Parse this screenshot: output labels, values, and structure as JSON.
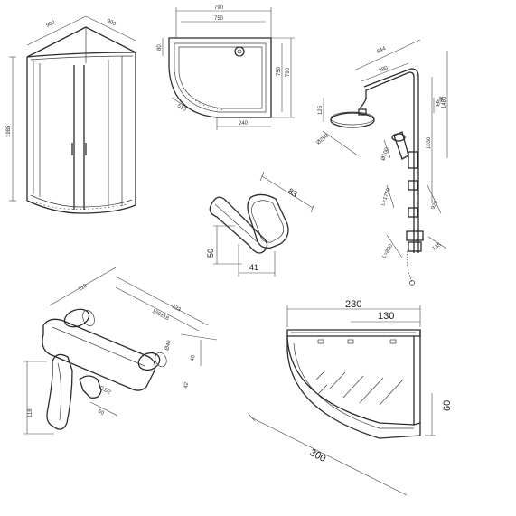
{
  "cabin": {
    "dims": [
      "900",
      "900",
      "1985"
    ]
  },
  "tray": {
    "dims": {
      "top": "790",
      "inner_top": "750",
      "side": "790",
      "inner_side": "750",
      "small": "240",
      "radius": "510",
      "top_small": "80"
    }
  },
  "shower": {
    "dims": {
      "top": "844",
      "head_arm": "380",
      "head_dia": "Ø250",
      "head_drop": "125",
      "right_total": "1480",
      "right_mid": "1030",
      "lower_mid": "920",
      "hand_dia": "Ø100",
      "hose": "L=1750",
      "lower_small": "135",
      "bottom_len": "L=800",
      "arm_height": "Ø58"
    }
  },
  "hook": {
    "dims": {
      "depth": "83",
      "height": "50",
      "width": "41"
    }
  },
  "mixer": {
    "dims": {
      "top": "118",
      "right_top": "223",
      "centers": "150±18",
      "outlet": "Ø40",
      "right_small": "42",
      "lower_right": "40",
      "bottom": "50",
      "inner": "G1/2",
      "left": "118"
    }
  },
  "shelf": {
    "dims": {
      "width": "230",
      "inner": "130",
      "height": "60",
      "depth": "300"
    }
  }
}
